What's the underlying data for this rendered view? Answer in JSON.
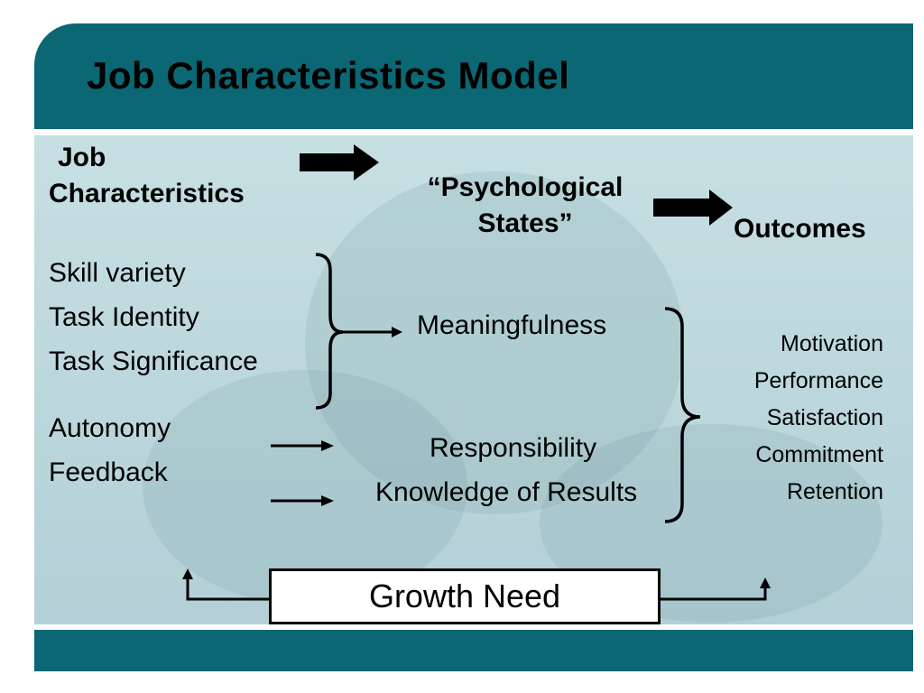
{
  "title": "Job Characteristics Model",
  "columns": {
    "characteristics_header_line1": "Job",
    "characteristics_header_line2": "Characteristics",
    "states_header_line1": "“Psychological",
    "states_header_line2": "States”",
    "outcomes_header": "Outcomes"
  },
  "characteristics": {
    "skill_variety": "Skill variety",
    "task_identity": "Task Identity",
    "task_significance": "Task Significance",
    "autonomy": "Autonomy",
    "feedback": "Feedback"
  },
  "states": {
    "meaningfulness": "Meaningfulness",
    "responsibility": "Responsibility",
    "knowledge_of_results": "Knowledge of Results"
  },
  "outcomes": [
    "Motivation",
    "Performance",
    "Satisfaction",
    "Commitment",
    "Retention"
  ],
  "moderator": "Growth Need",
  "colors": {
    "band": "#0b6774",
    "panel": "#c6dfe3"
  }
}
